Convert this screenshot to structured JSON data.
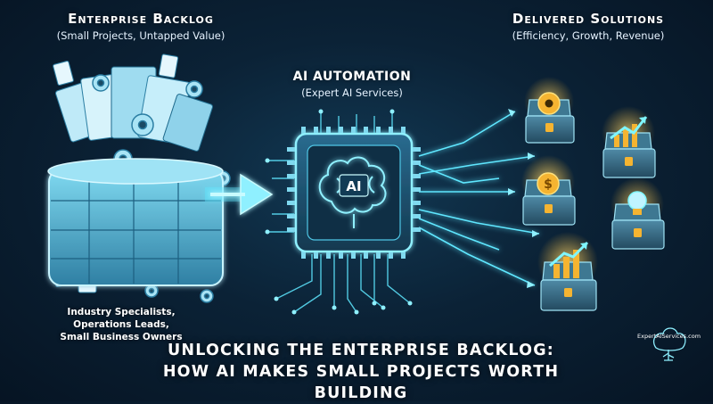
{
  "backlog": {
    "title": "Enterprise Backlog",
    "subtitle": "(Small Projects, Untapped Value)"
  },
  "ai": {
    "title": "AI Automation",
    "subtitle": "(Expert AI Services)",
    "chip_text": "AI"
  },
  "solutions": {
    "title": "Delivered Solutions",
    "subtitle": "(Efficiency, Growth, Revenue)",
    "chests": [
      {
        "icon": "gear-icon"
      },
      {
        "icon": "growth-chart-icon"
      },
      {
        "icon": "dollar-coin-icon"
      },
      {
        "icon": "lightbulb-icon"
      },
      {
        "icon": "bar-chart-icon"
      }
    ]
  },
  "audience": {
    "lines": [
      "Industry Specialists,",
      "Operations Leads,",
      "Small Business Owners"
    ]
  },
  "headline": {
    "line1": "UNLOCKING THE ENTERPRISE BACKLOG:",
    "line2": "HOW AI MAKES SMALL PROJECTS WORTH BUILDING"
  },
  "brand": {
    "name": "ExpertAIServices.com",
    "logo_icon": "tree-brain-logo-icon"
  },
  "colors": {
    "glow": "#5ee7ff",
    "gold": "#f5b431",
    "chip": "#1b4f6e",
    "background": "#0b2236"
  }
}
